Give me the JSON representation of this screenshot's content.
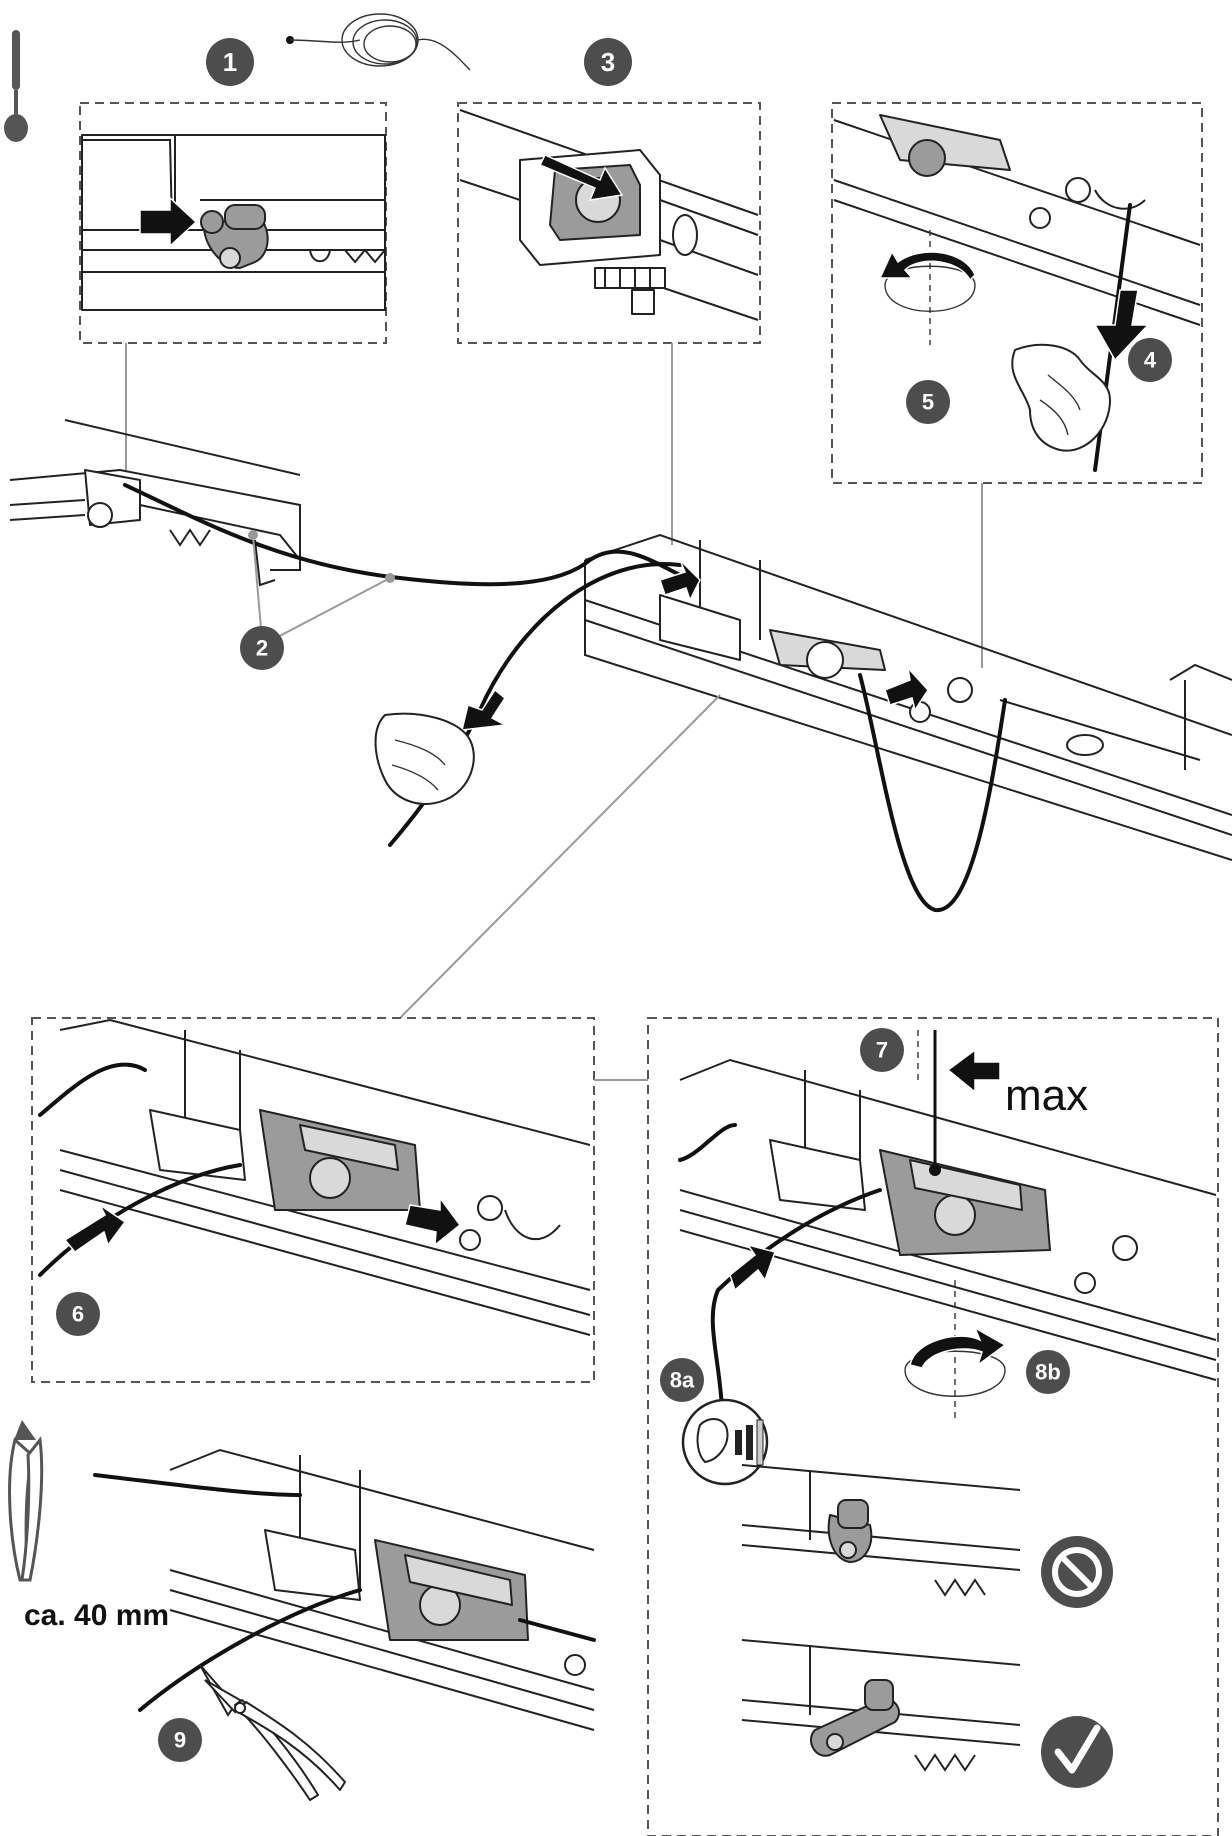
{
  "steps": {
    "s1": "1",
    "s2": "2",
    "s3": "3",
    "s4": "4",
    "s5": "5",
    "s6": "6",
    "s7": "7",
    "s8a": "8a",
    "s8b": "8b",
    "s9": "9"
  },
  "annotations": {
    "max": "max",
    "cut_length": "ca. 40 mm"
  },
  "tools": {
    "screwdriver": "screwdriver-icon",
    "pliers": "pliers-icon",
    "side_cutter": "side-cutter-icon",
    "cable_coil": "cable-coil-icon",
    "strength": "strength-icon",
    "forbidden": "prohibited-icon",
    "correct": "checkmark-icon"
  },
  "colors": {
    "label": "#4d4d4d",
    "part_grey": "#9b9b9b",
    "frame": "#555555"
  }
}
